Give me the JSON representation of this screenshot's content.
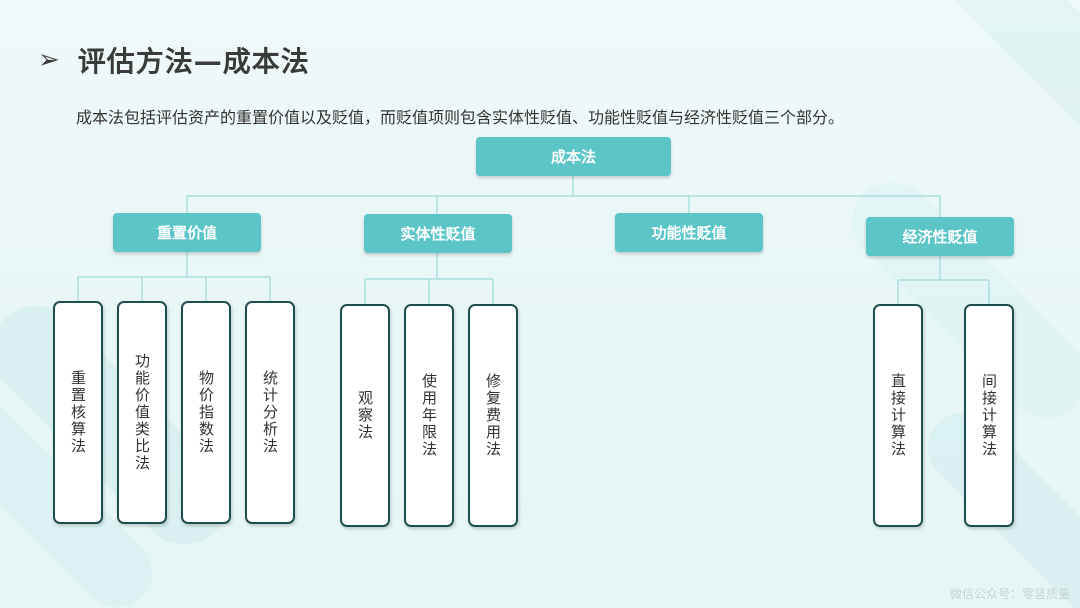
{
  "title": "评估方法—成本法",
  "title_icon": "arrow-right-icon",
  "intro": "成本法包括评估资产的重置价值以及贬值，而贬值项则包含实体性贬值、功能性贬值与经济性贬值三个部分。",
  "root": "成本法",
  "branches": [
    {
      "label": "重置价值",
      "children": [
        "重置核算法",
        "功能价值类比法",
        "物价指数法",
        "统计分析法"
      ]
    },
    {
      "label": "实体性贬值",
      "children": [
        "观察法",
        "使用年限法",
        "修复费用法"
      ]
    },
    {
      "label": "功能性贬值",
      "children": []
    },
    {
      "label": "经济性贬值",
      "children": [
        "直接计算法",
        "间接计算法"
      ]
    }
  ],
  "watermark": "微信公众号：零竖质量",
  "colors": {
    "node_fill": "#5bc5c8",
    "leaf_border": "#1f4e4f",
    "connector": "#9fd8da",
    "background": "#eef8f8"
  }
}
